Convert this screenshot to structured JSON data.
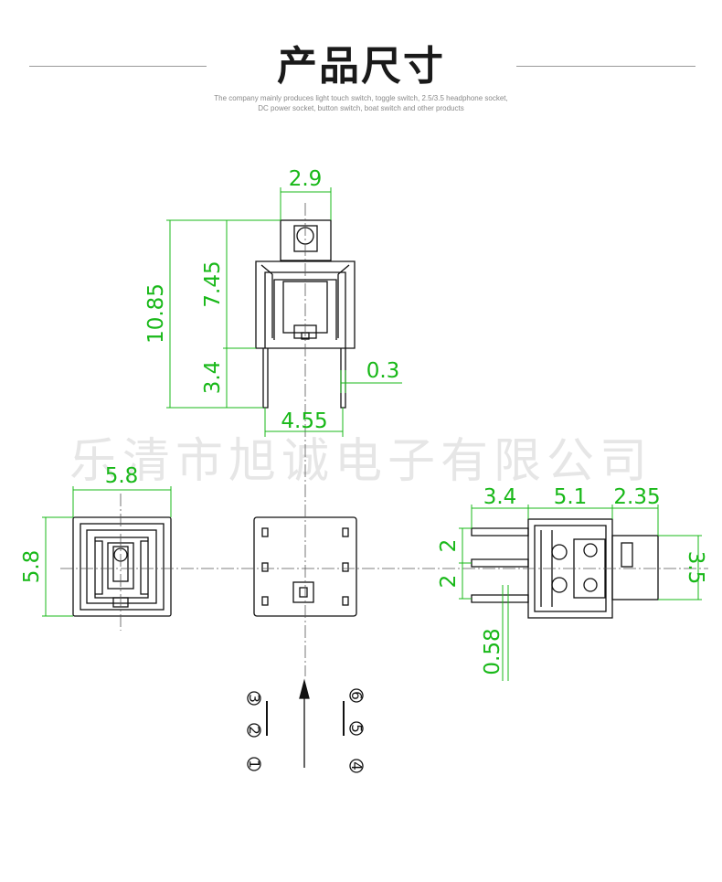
{
  "header": {
    "title": "产品尺寸",
    "subtitle_line1": "The company mainly produces light touch switch, toggle switch, 2.5/3.5 headphone socket,",
    "subtitle_line2": "DC power socket, button switch, boat switch and other products"
  },
  "watermark": "乐清市旭诚电子有限公司",
  "colors": {
    "dimension": "#18b818",
    "outline": "#111111",
    "centerline": "#555555"
  },
  "dimensions": {
    "front_width": "2.9",
    "total_height": "10.85",
    "body_height": "7.45",
    "pin_length": "3.4",
    "pin_thickness": "0.3",
    "pin_spacing": "4.55",
    "top_width": "5.8",
    "top_height": "5.8",
    "side_pin_len": "3.4",
    "side_body": "5.1",
    "side_button": "2.35",
    "side_pitch_a": "2",
    "side_pitch_b": "2",
    "side_button_h": "3.5",
    "side_pin_w": "0.58"
  },
  "pins": [
    "1",
    "2",
    "3",
    "4",
    "5",
    "6"
  ]
}
